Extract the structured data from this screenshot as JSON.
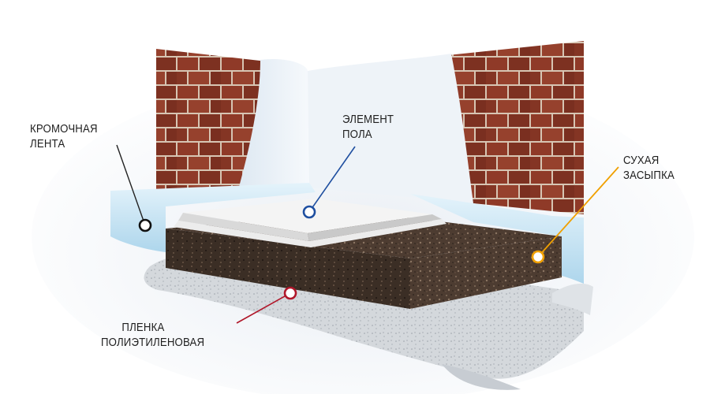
{
  "callouts": {
    "edge_tape": {
      "line1": "КРОМОЧНАЯ",
      "line2": "ЛЕНТА",
      "color": "#111111"
    },
    "floor_element": {
      "line1": "ЭЛЕМЕНТ",
      "line2": "ПОЛА",
      "color": "#1f4fa0"
    },
    "dry_backfill": {
      "line1": "СУХАЯ",
      "line2": "ЗАСЫПКА",
      "color": "#f0a000"
    },
    "poly_film": {
      "line1": "ПЛЕНКА",
      "line2": "ПОЛИЭТИЛЕНОВАЯ",
      "color": "#b0172a"
    }
  },
  "colors": {
    "brick": "#8e3b2a",
    "mortar": "#d9c9b8",
    "backfill": "#4a3a30",
    "film": "#d6dbe0",
    "tape": "#bfe0f2",
    "floor_slab": "#f2f2f2"
  }
}
